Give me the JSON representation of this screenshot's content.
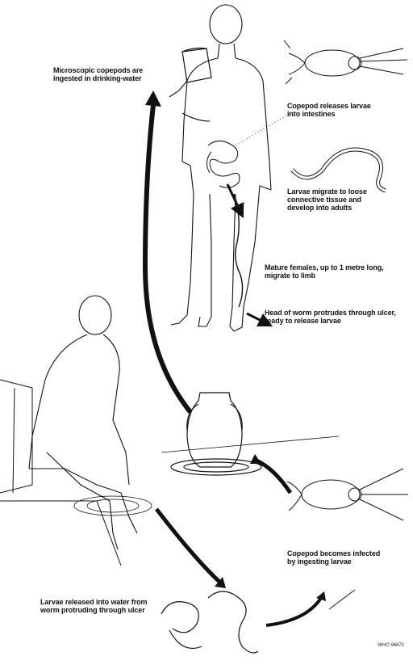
{
  "labels": {
    "copepods_ingested": "Microscopic copepods are\ningested in drinking-water",
    "copepod_releases": "Copepod releases larvae\ninto intestines",
    "larvae_migrate": "Larvae migrate to loose\nconnective tissue and\ndevelop into adults",
    "mature_females": "Mature females, up to 1 metre long,\nmigrate to limb",
    "head_protrudes": "Head of worm protrudes through ulcer,\nready to release larvae",
    "copepod_infected": "Copepod becomes infected\nby ingesting larvae",
    "larvae_released": "Larvae released into water from\nworm protruding through ulcer"
  },
  "credit": "WHO 96671",
  "colors": {
    "ink": "#111111",
    "background": "#ffffff"
  }
}
